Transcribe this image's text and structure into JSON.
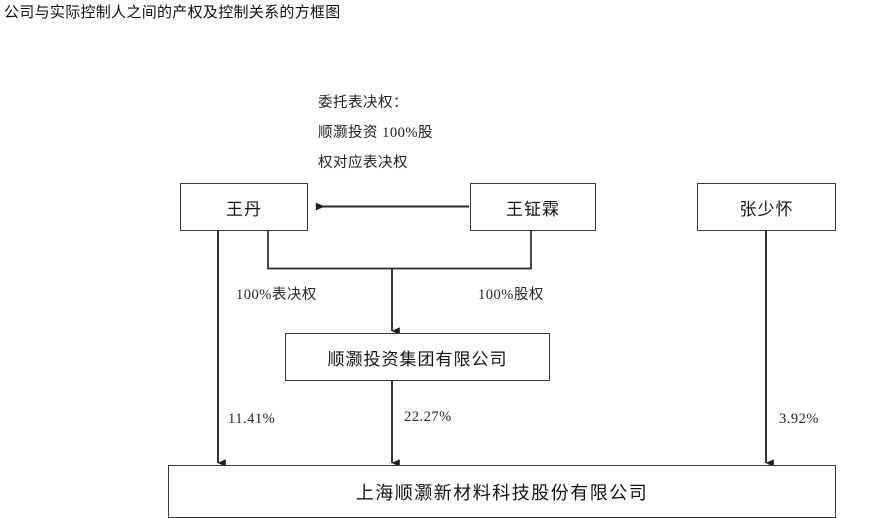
{
  "page": {
    "title": "公司与实际控制人之间的产权及控制关系的方框图"
  },
  "annotation": {
    "name": "entrusted-voting-rights-note",
    "lines": [
      "委托表决权：",
      "顺灏投资 100%股",
      "权对应表决权"
    ]
  },
  "nodes": {
    "wang_dan": {
      "label": "王丹",
      "type": "person"
    },
    "wang_zhenglin": {
      "label": "王钲霖",
      "type": "person"
    },
    "zhang_shaohuai": {
      "label": "张少怀",
      "type": "person"
    },
    "shunhao_investment": {
      "label": "顺灏投资集团有限公司",
      "type": "company"
    },
    "listed_company": {
      "label": "上海顺灏新材料科技股份有限公司",
      "type": "company"
    }
  },
  "edges": {
    "entrust_vote": {
      "label": "",
      "from": "王钲霖",
      "to": "王丹"
    },
    "voting_rights_100": {
      "label": "100%表决权",
      "from": "王丹",
      "to": "顺灏投资集团有限公司"
    },
    "equity_100": {
      "label": "100%股权",
      "from": "王钲霖",
      "to": "顺灏投资集团有限公司"
    },
    "wangdan_direct": {
      "label": "11.41%",
      "from": "王丹",
      "to": "上海顺灏新材料科技股份有限公司"
    },
    "shunhao_stake": {
      "label": "22.27%",
      "from": "顺灏投资集团有限公司",
      "to": "上海顺灏新材料科技股份有限公司"
    },
    "zhang_stake": {
      "label": "3.92%",
      "from": "张少怀",
      "to": "上海顺灏新材料科技股份有限公司"
    }
  },
  "colors": {
    "box_border": "#3a3a3a",
    "line": "#2b2b2b",
    "text": "#141414",
    "background": "#ffffff"
  }
}
